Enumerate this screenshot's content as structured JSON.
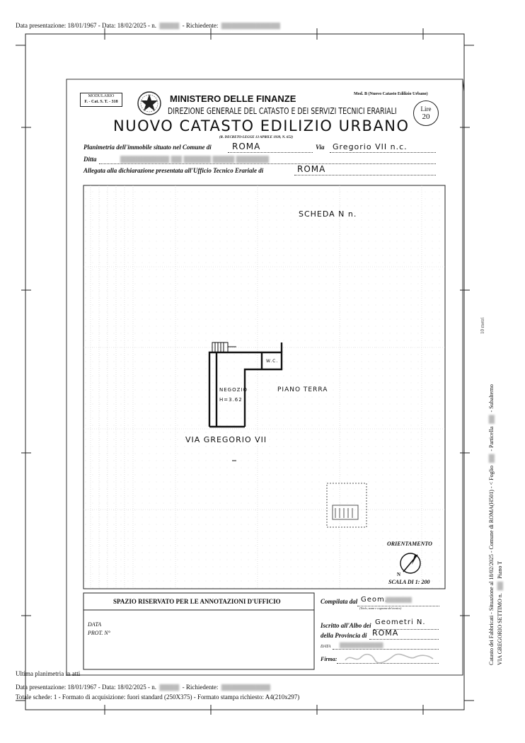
{
  "top_bar": {
    "label_presentazione": "Data presentazione: 18/01/1967 - Data: 18/02/2025 - n.",
    "label_richiedente": "- Richiedente:"
  },
  "form": {
    "modulario_line1": "MODULARIO",
    "modulario_line2": "F. - Cat. S. T. - 318",
    "mod_b": "Mod. B (Nuovo Catasto Edilizio Urbano)",
    "ministry": "MINISTERO DELLE FINANZE",
    "direction": "DIREZIONE GENERALE DEL CATASTO E DEI SERVIZI TECNICI ERARIALI",
    "title": "NUOVO CATASTO EDILIZIO URBANO",
    "decree": "(R. DECRETO-LEGGE 13 APRILE 1939, N. 652)",
    "lire_label": "Lire",
    "lire_value": "20",
    "planimetria_label": "Planimetria dell'immobile situato nel Comune di",
    "comune_value": "ROMA",
    "via_label": "Via",
    "via_value": "Gregorio VII n.c.",
    "ditta_label": "Ditta",
    "allegata_label": "Allegata alla dichiarazione presentata all'Ufficio Tecnico Erariale di",
    "allegata_value": "ROMA"
  },
  "plan": {
    "scheda": "SCHEDA N n.",
    "wc": "W.C.",
    "negozio": "NEGOZIO",
    "height": "H=3.62",
    "piano": "PIANO TERRA",
    "street": "VIA GREGORIO VII",
    "orientamento": "ORIENTAMENTO",
    "north": "N",
    "scala": "SCALA DI 1: 200"
  },
  "office": {
    "spazio": "SPAZIO RISERVATO PER LE ANNOTAZIONI D'UFFICIO",
    "data_label": "DATA",
    "prot_label": "PROT. N°",
    "compilata_label": "Compilata dal",
    "compilata_value": "Geom.",
    "compilata_sub": "(Titolo, nome e cognome del tecnico)",
    "iscritto_label": "Iscritto all'Albo dei",
    "iscritto_value": "Geometri N.",
    "provincia_label": "della Provincia di",
    "provincia_value": "ROMA",
    "data2_label": "DATA",
    "firma_label": "Firma:"
  },
  "bottom": {
    "ultima": "Ultima planimetria in atti",
    "line2_presentazione": "Data presentazione: 18/01/1967 - Data: 18/02/2025 - n.",
    "line2_richiedente": "- Richiedente:",
    "line3": "Totale schede: 1 - Formato di acquisizione: fuori standard (250X375) - Formato stampa richiesto: A4(210x297)"
  },
  "side": {
    "line1": "Catasto dei Fabbricati - Situazione al 18/02/2025 - Comune di ROMA(H501) - < Foglio",
    "particella": "- Particella",
    "subalterno": "- Subalterno",
    "line2": "VIA GREGORIO SETTIMO n.",
    "piano": "Piano T",
    "metri": "10 metri"
  },
  "colors": {
    "ink": "#111111",
    "blue_ink": "#1a2a6a",
    "grid": "#c8c8c8"
  }
}
